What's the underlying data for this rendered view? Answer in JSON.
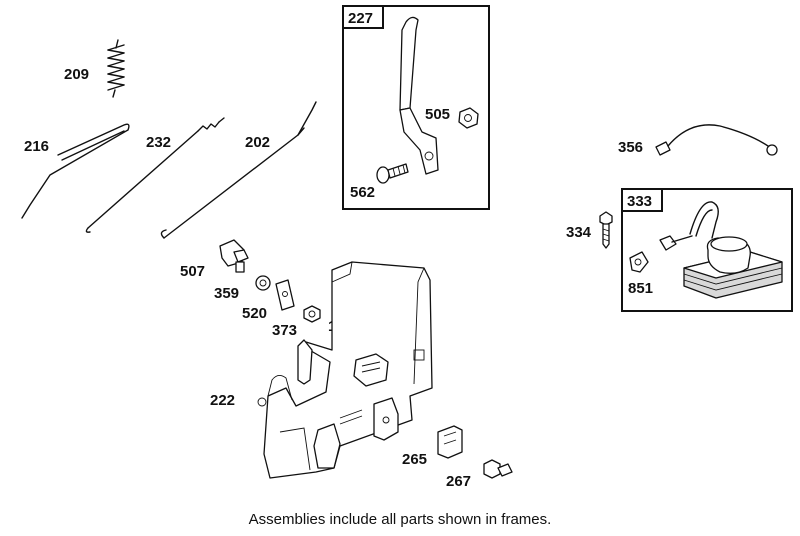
{
  "parts": {
    "p209": "209",
    "p216": "216",
    "p232": "232",
    "p202": "202",
    "p227": "227",
    "p505": "505",
    "p562": "562",
    "p356": "356",
    "p333": "333",
    "p334": "334",
    "p851": "851",
    "p507": "507",
    "p359": "359",
    "p520": "520",
    "p373": "373",
    "p188": "188",
    "p222": "222",
    "p265": "265",
    "p267": "267"
  },
  "caption": "Assemblies include all parts shown in frames."
}
